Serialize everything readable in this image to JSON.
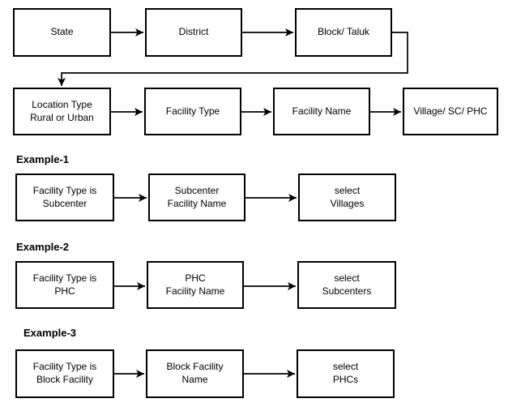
{
  "colors": {
    "line": "#000000",
    "text": "#000000",
    "box_bg": "#ffffff",
    "page_bg": "#ffffff"
  },
  "flow": {
    "level1": [
      {
        "id": "state",
        "label": "State"
      },
      {
        "id": "district",
        "label": "District"
      },
      {
        "id": "block-taluk",
        "label": "Block/ Taluk"
      }
    ],
    "level2": [
      {
        "id": "location-type",
        "label": "Location Type\nRural or Urban"
      },
      {
        "id": "facility-type",
        "label": "Facility Type"
      },
      {
        "id": "facility-name",
        "label": "Facility Name"
      },
      {
        "id": "village-sc-phc",
        "label": "Village/ SC/ PHC"
      }
    ]
  },
  "examples": [
    {
      "title": "Example-1",
      "steps": [
        "Facility Type is\nSubcenter",
        "Subcenter\nFacility Name",
        "select\nVillages"
      ]
    },
    {
      "title": "Example-2",
      "steps": [
        "Facility Type is\nPHC",
        "PHC\nFacility Name",
        "select\nSubcenters"
      ]
    },
    {
      "title": "Example-3",
      "steps": [
        "Facility Type is\nBlock Facility",
        "Block Facility\nName",
        "select\nPHCs"
      ]
    }
  ]
}
